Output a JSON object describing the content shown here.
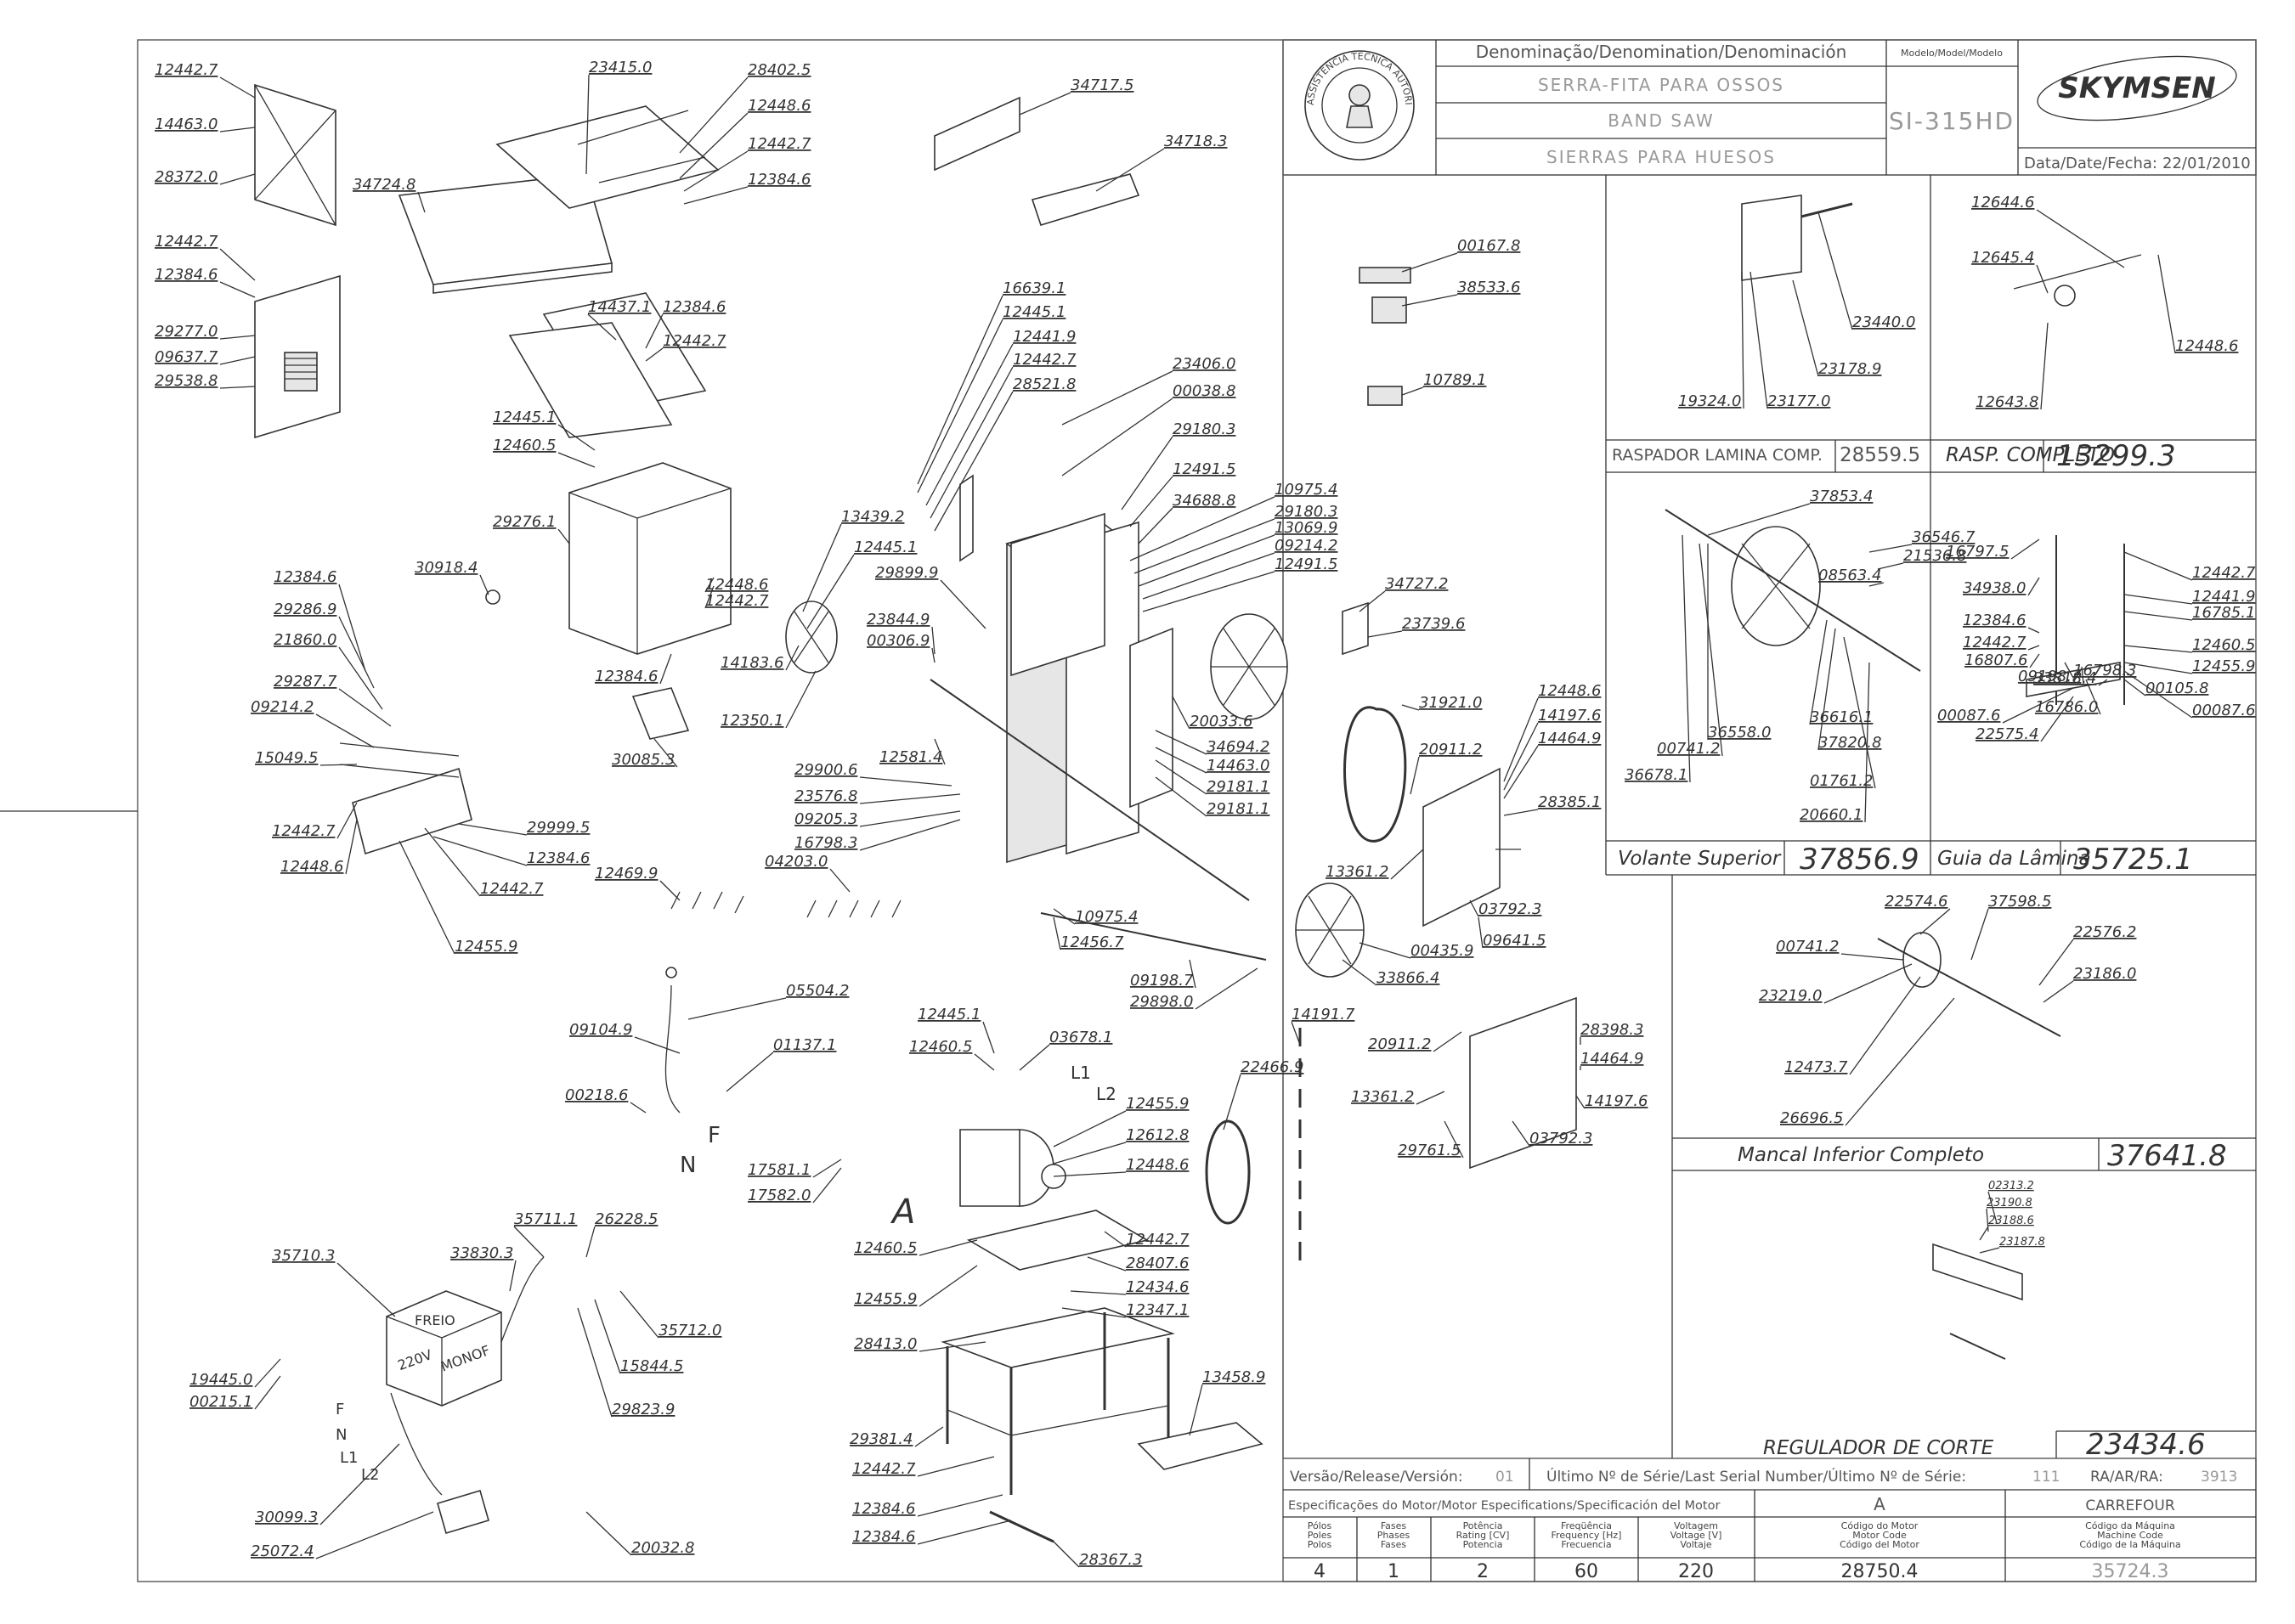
{
  "title_block": {
    "denomination_header": "Denominação/Denomination/Denominación",
    "model_header": "Modelo/Model/Modelo",
    "name_pt": "SERRA-FITA PARA OSSOS",
    "name_en": "BAND SAW",
    "name_es": "SIERRAS PARA HUESOS",
    "model": "SI-315HD",
    "brand": "SKYMSEN",
    "date_label": "Data/Date/Fecha:",
    "date_value": "22/01/2010",
    "stamp_text": "ASSISTÊNCIA TÉCNICA AUTORIZADA"
  },
  "footer": {
    "version_label": "Versão/Release/Versión:",
    "version_value": "01",
    "serial_label": "Último Nº de Série/Last Serial Number/Último Nº de Série:",
    "serial_value": "111",
    "ra_label": "RA/AR/RA:",
    "ra_value": "3913",
    "motor_spec_label": "Especificações do Motor/Motor Especifications/Specificación del Motor",
    "motor_letter": "A",
    "client": "CARREFOUR",
    "cols": [
      {
        "h1": "Pólos",
        "h2": "Poles",
        "h3": "Polos",
        "value": "4"
      },
      {
        "h1": "Fases",
        "h2": "Phases",
        "h3": "Fases",
        "value": "1"
      },
      {
        "h1": "Potência",
        "h2": "Rating [CV]",
        "h3": "Potencia",
        "value": "2"
      },
      {
        "h1": "Freqüência",
        "h2": "Frequency [Hz]",
        "h3": "Frecuencia",
        "value": "60"
      },
      {
        "h1": "Voltagem",
        "h2": "Voltage [V]",
        "h3": "Voltaje",
        "value": "220"
      },
      {
        "h1": "Código do Motor",
        "h2": "Motor Code",
        "h3": "Código del Motor",
        "value": "28750.4"
      },
      {
        "h1": "Código da Máquina",
        "h2": "Machine Code",
        "h3": "Código de la Máquina",
        "value": "35724.3"
      }
    ]
  },
  "sub_panels": {
    "raspador_label": "RASPADOR LAMINA COMP.",
    "raspador_code": "28559.5",
    "rasp_completo_label": "RASP. COMPLETO",
    "rasp_completo_code": "13299.3",
    "volante_label": "Volante Superior",
    "volante_code": "37856.9",
    "guia_label": "Guia da Lâmina",
    "guia_code": "35725.1",
    "mancal_label": "Mancal Inferior Completo",
    "mancal_code": "37641.8",
    "regulador_label": "REGULADOR DE CORTE",
    "regulador_code": "23434.6"
  },
  "letters": {
    "A": "A",
    "F": "F",
    "N": "N",
    "L1": "L1",
    "L2": "L2",
    "freio": "FREIO",
    "v220": "220V",
    "monof": "MONOF"
  },
  "part_labels": [
    "12442.7",
    "14463.0",
    "28372.0",
    "23415.0",
    "28402.5",
    "12448.6",
    "12442.7",
    "12384.6",
    "34724.8",
    "34717.5",
    "34718.3",
    "12442.7",
    "12384.6",
    "29277.0",
    "09637.7",
    "29538.8",
    "14437.1",
    "12384.6",
    "12442.7",
    "12445.1",
    "12460.5",
    "29276.1",
    "30918.4",
    "12448.6",
    "12442.7",
    "12384.6",
    "30085.3",
    "12384.6",
    "29286.9",
    "21860.0",
    "29287.7",
    "09214.2",
    "15049.5",
    "12442.7",
    "12448.6",
    "29999.5",
    "12384.6",
    "12442.7",
    "12455.9",
    "16639.1",
    "12445.1",
    "12441.9",
    "12442.7",
    "28521.8",
    "23406.0",
    "00038.8",
    "29180.3",
    "12491.5",
    "34688.8",
    "13439.2",
    "12445.1",
    "29899.9",
    "23844.9",
    "00306.9",
    "14183.6",
    "12350.1",
    "12581.4",
    "29900.6",
    "23576.8",
    "09205.3",
    "16798.3",
    "04203.0",
    "12469.9",
    "10975.4",
    "29180.3",
    "13069.9",
    "09214.2",
    "12491.5",
    "34727.2",
    "23739.6",
    "20033.6",
    "34694.2",
    "14463.0",
    "29181.1",
    "29181.1",
    "31921.0",
    "20911.2",
    "12448.6",
    "14197.6",
    "14464.9",
    "28385.1",
    "13361.2",
    "03792.3",
    "09641.5",
    "00435.9",
    "33866.4",
    "10975.4",
    "12456.7",
    "09198.7",
    "29898.0",
    "00167.8",
    "38533.6",
    "10789.1",
    "05504.2",
    "09104.9",
    "01137.1",
    "00218.6",
    "12445.1",
    "12460.5",
    "03678.1",
    "12455.9",
    "12612.8",
    "12448.6",
    "22466.9",
    "14191.7",
    "20911.2",
    "28398.3",
    "14464.9",
    "13361.2",
    "14197.6",
    "29761.5",
    "03792.3",
    "17581.1",
    "17582.0",
    "12442.7",
    "12460.5",
    "28407.6",
    "12455.9",
    "12434.6",
    "12347.1",
    "28413.0",
    "13458.9",
    "29381.4",
    "12442.7",
    "12384.6",
    "12384.6",
    "28367.3",
    "35710.3",
    "33830.3",
    "35711.1",
    "26228.5",
    "35712.0",
    "15844.5",
    "29823.9",
    "19445.0",
    "00215.1",
    "30099.3",
    "25072.4",
    "20032.8",
    "23440.0",
    "23178.9",
    "19324.0",
    "23177.0",
    "12644.6",
    "12645.4",
    "12448.6",
    "12643.8",
    "37853.4",
    "36546.7",
    "21536.8",
    "08563.4",
    "36558.0",
    "00741.2",
    "36678.1",
    "36616.1",
    "37820.8",
    "01761.2",
    "20660.1",
    "16797.5",
    "34938.0",
    "12384.6",
    "12442.7",
    "16807.6",
    "09198.7",
    "16798.3",
    "16786.0",
    "33818.4",
    "12442.7",
    "12441.9",
    "16785.1",
    "12460.5",
    "12455.9",
    "00087.6",
    "00105.8",
    "00087.6",
    "22575.4",
    "22574.6",
    "37598.5",
    "00741.2",
    "22576.2",
    "23186.0",
    "23219.0",
    "12473.7",
    "26696.5",
    "02313.2",
    "23190.8",
    "23188.6",
    "23187.8"
  ],
  "colors": {
    "ink": "#333333",
    "frame": "#555555",
    "fill": "#e6e6e6"
  }
}
